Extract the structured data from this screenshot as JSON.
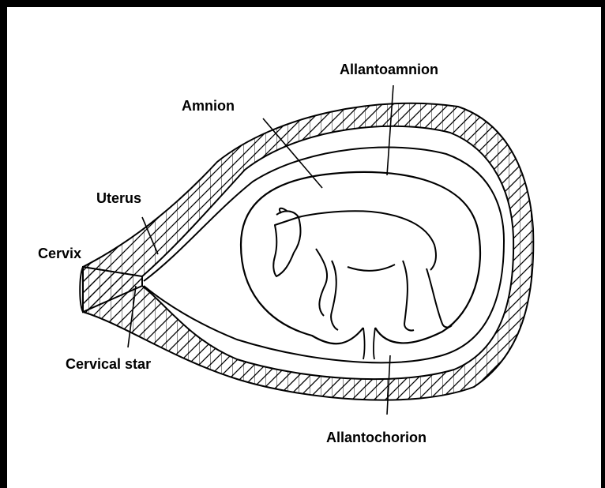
{
  "labels": {
    "allantoamnion": "Allantoamnion",
    "amnion": "Amnion",
    "uterus": "Uterus",
    "cervix": "Cervix",
    "cervical_star": "Cervical star",
    "allantochorion": "Allantochorion"
  },
  "colors": {
    "ink": "#000000",
    "background": "#ffffff"
  }
}
